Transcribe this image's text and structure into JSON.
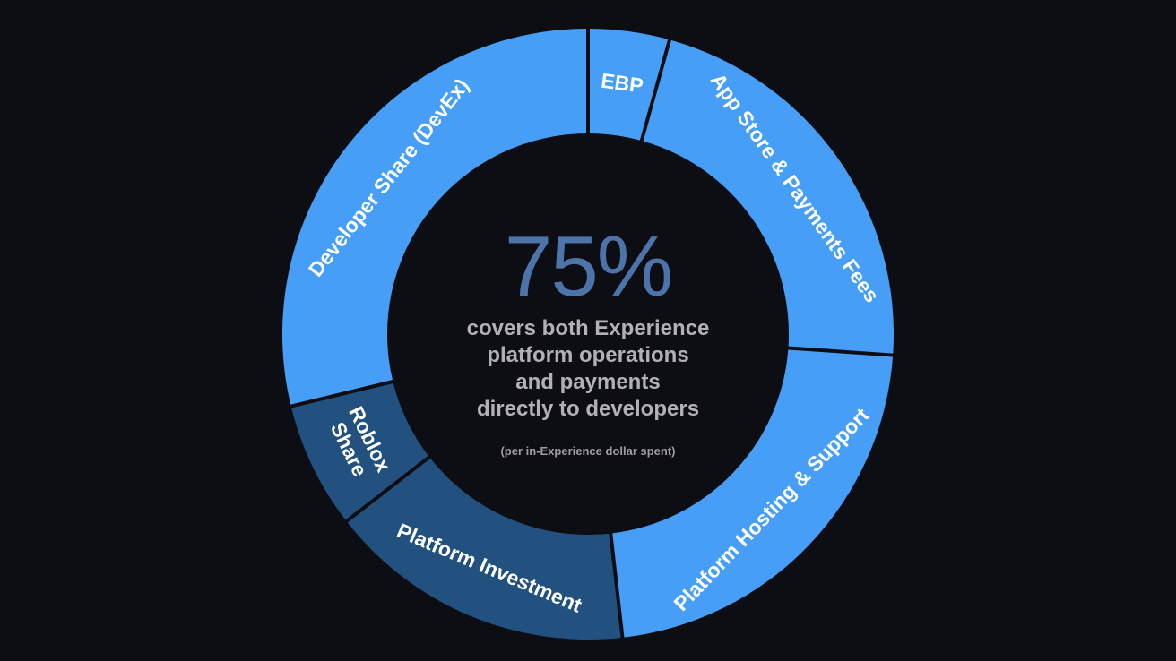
{
  "colors": {
    "background": "#0d0e13",
    "light_segment": "#479ef7",
    "dark_segment": "#22507f",
    "percent_text": "#4d74aa",
    "description_text": "#b2b2b6"
  },
  "center": {
    "percent": "75%",
    "lines": [
      "covers both Experience",
      "platform operations",
      "and payments",
      "directly to developers"
    ],
    "note": "(per in-Experience dollar spent)"
  },
  "chart_data": {
    "type": "pie",
    "donut": true,
    "title": "",
    "slices": [
      {
        "label": "EBP",
        "value": 0.043,
        "color": "#479ef7"
      },
      {
        "label": "App Store & Payments Fees",
        "value": 0.218,
        "color": "#479ef7"
      },
      {
        "label": "Platform Hosting & Support",
        "value": 0.221,
        "color": "#479ef7"
      },
      {
        "label": "Platform Investment",
        "value": 0.163,
        "color": "#22507f"
      },
      {
        "label": "Roblox Share",
        "lines": [
          "Roblox",
          "Share"
        ],
        "value": 0.067,
        "color": "#22507f"
      },
      {
        "label": "Developer Share (DevEx)",
        "value": 0.288,
        "color": "#479ef7"
      }
    ]
  }
}
